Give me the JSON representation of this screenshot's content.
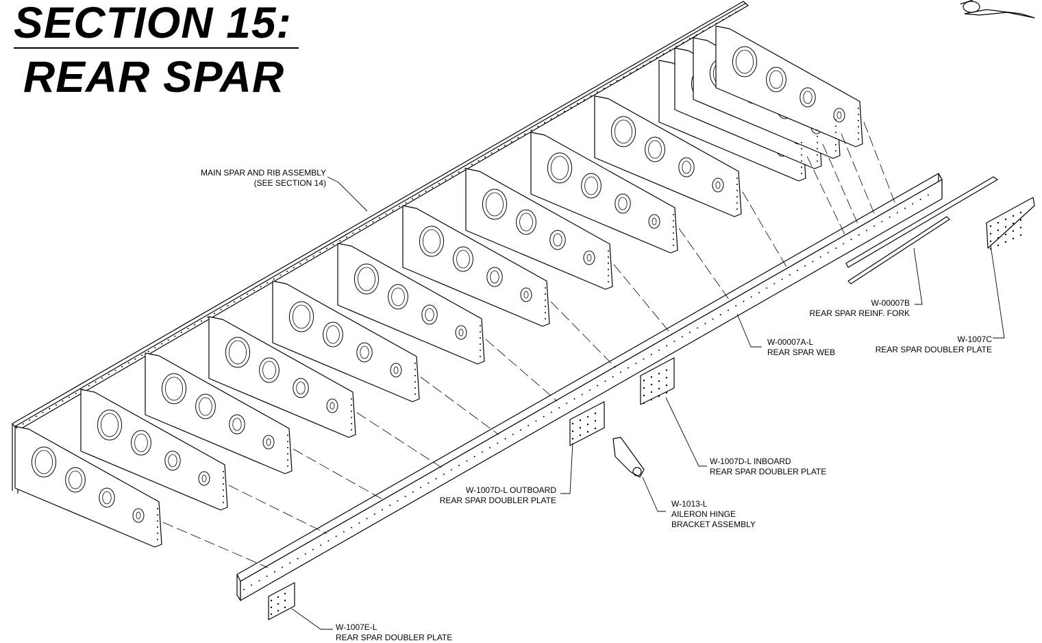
{
  "title": {
    "line1": "SECTION 15:",
    "line2": "REAR SPAR"
  },
  "callouts": {
    "main_spar": {
      "line1": "MAIN SPAR AND RIB ASSEMBLY",
      "line2": "(SEE SECTION 14)"
    },
    "reinf_fork": {
      "line1": "W-00007B",
      "line2": "REAR SPAR REINF. FORK"
    },
    "doubler_c": {
      "line1": "W-1007C",
      "line2": "REAR SPAR DOUBLER PLATE"
    },
    "spar_web": {
      "line1": "W-00007A-L",
      "line2": "REAR SPAR WEB"
    },
    "doubler_inboard": {
      "line1": "W-1007D-L INBOARD",
      "line2": "REAR SPAR DOUBLER PLATE"
    },
    "doubler_outboard": {
      "line1": "W-1007D-L OUTBOARD",
      "line2": "REAR SPAR DOUBLER PLATE"
    },
    "hinge_bracket": {
      "line1": "W-1013-L",
      "line2": "AILERON HINGE",
      "line3": "BRACKET ASSEMBLY"
    },
    "doubler_e": {
      "line1": "W-1007E-L",
      "line2": "REAR SPAR DOUBLER PLATE"
    }
  },
  "icons": {
    "corner": "aircraft-icon"
  }
}
